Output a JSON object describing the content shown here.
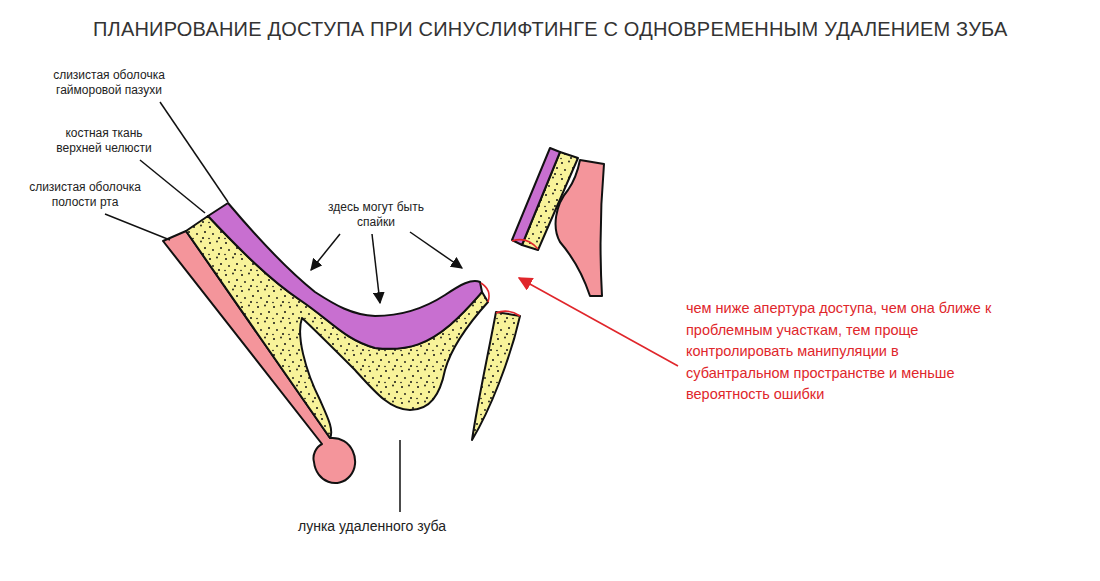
{
  "diagram": {
    "title": "ПЛАНИРОВАНИЕ ДОСТУПА ПРИ СИНУСЛИФТИНГЕ С ОДНОВРЕМЕННЫМ УДАЛЕНИЕМ ЗУБА",
    "labels": [
      "слизистая оболочка гайморовой пазухи",
      "костная ткань верхней челюсти",
      "слизистая оболочка полости рта",
      "здесь могут быть спайки",
      "чем ниже апертура доступа, чем она ближе к проблемным участкам, тем проще контролировать манипуляции в субантральном пространстве и меньше вероятность ошибки",
      "лунка удаленного зуба"
    ]
  }
}
